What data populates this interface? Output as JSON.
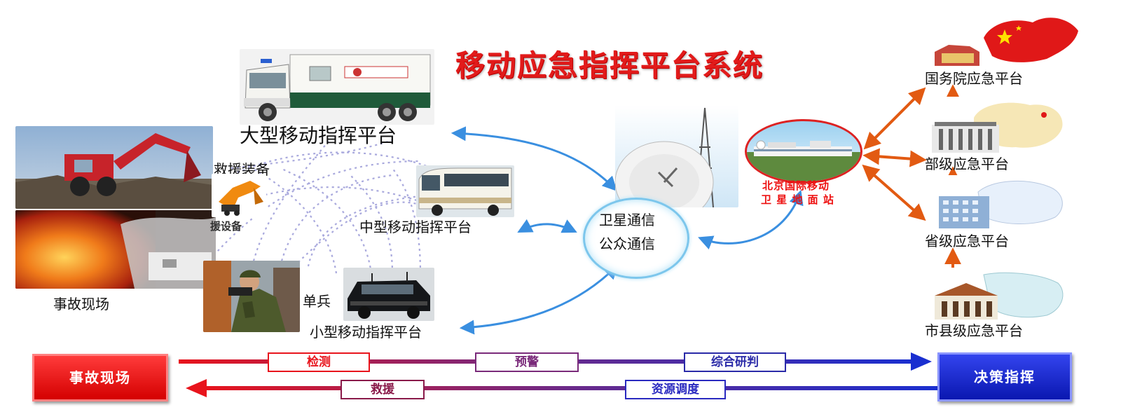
{
  "title": "移动应急指挥平台系统",
  "labels": {
    "large_platform": "大型移动指挥平台",
    "rescue_equipment": "救援装备",
    "rescue_equipment_fragment": "援设备",
    "medium_platform": "中型移动指挥平台",
    "small_platform": "小型移动指挥平台",
    "soldier": "单兵",
    "accident_scene": "事故现场",
    "satellite_comm": "卫星通信",
    "public_comm": "公众通信",
    "ground_station_line1": "北京国际移动",
    "ground_station_line2": "卫 星 地 面 站"
  },
  "platforms": [
    {
      "name": "国务院应急平台"
    },
    {
      "name": "部级应急平台"
    },
    {
      "name": "省级应急平台"
    },
    {
      "name": "市县级应急平台"
    }
  ],
  "flow": {
    "start": "事故现场",
    "end": "决策指挥",
    "forward_steps": [
      "检测",
      "预警",
      "综合研判"
    ],
    "backward_steps": [
      "救援",
      "资源调度"
    ]
  },
  "colors": {
    "title_red": "#e21b1b",
    "flow_red": "#e8141c",
    "flow_purple": "#6a2a8a",
    "flow_blue": "#1a2fd0",
    "arrow_blue": "#3a8fe0",
    "arrow_orange": "#e25a12",
    "dotted_lavender": "#a9a9dd"
  }
}
